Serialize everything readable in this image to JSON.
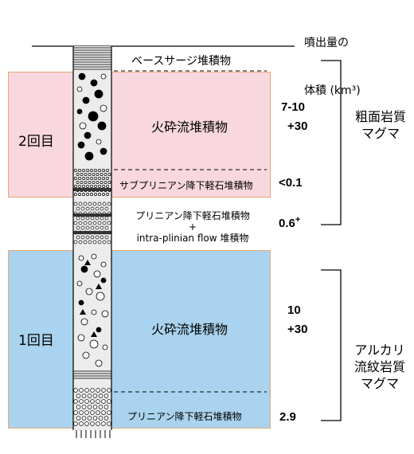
{
  "header": {
    "volume_title_line1": "噴出量の",
    "volume_title_line2": "体積 (km³)"
  },
  "eruptions": {
    "second": "2回目",
    "first": "1回目"
  },
  "deposits": {
    "base_surge": "ベースサージ堆積物",
    "pyroclastic_flow_2": "火砕流堆積物",
    "subplinian": "サブプリニアン降下軽石堆積物",
    "plinian_upper_line1": "プリニアン降下軽石堆積物",
    "plinian_upper_plus": "+",
    "plinian_upper_line2": "intra-plinian flow 堆積物",
    "pyroclastic_flow_1": "火砕流堆積物",
    "plinian_lower": "プリニアン降下軽石堆積物"
  },
  "volumes": {
    "pf2_line1": "7-10",
    "pf2_line2": "+30",
    "subplinian": "<0.1",
    "plinian_upper": "0.6",
    "plinian_upper_sup": "+",
    "pf1_line1": "10",
    "pf1_line2": "+30",
    "plinian_lower": "2.9"
  },
  "magma": {
    "trachyandesite": "粗面岩質\nマグマ",
    "alkali_rhyolite": "アルカリ\n流紋岩質\nマグマ"
  },
  "colors": {
    "second_band": "#f8d7de",
    "first_band": "#a9d3ee",
    "band_border": "#e8a878"
  }
}
